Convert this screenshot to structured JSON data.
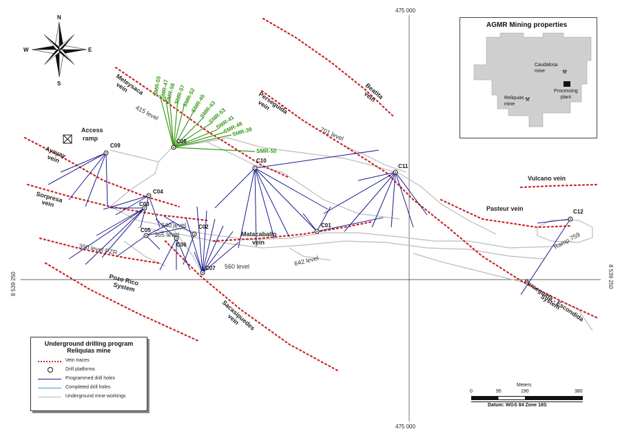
{
  "grid_labels": {
    "top": "475 000",
    "bottom": "475 000",
    "left": "8 539 250",
    "right": "8 539 250"
  },
  "compass": {
    "n": "N",
    "s": "S",
    "e": "E",
    "w": "W"
  },
  "veins": {
    "meteysaca": [
      "Meteysaca",
      "vein"
    ],
    "perseguida": [
      "Perseguida",
      "vein"
    ],
    "beatita": [
      "Beatita",
      "vein"
    ],
    "ayayay": [
      "Ayayay",
      "vein"
    ],
    "sorpresa": [
      "Sorpresa",
      "vein"
    ],
    "vulcano": "Vulcano vein",
    "pasteur": "Pasteur vein",
    "matacaballo": [
      "Matacaballo",
      "vein"
    ],
    "pozo_rico": [
      "Pozo Rico",
      "System"
    ],
    "sacasipuedes": [
      "Sacasipuedes",
      "vein"
    ],
    "perseguida_escondida": [
      "Perseguida - Escondida",
      "System"
    ]
  },
  "access_ramp": [
    "Access",
    "ramp"
  ],
  "levels": {
    "l415": "415 level",
    "l701": "701 level",
    "l340": "340 level",
    "l365": "365 level",
    "l390": "390 level PZR",
    "l560": "560 level",
    "l642": "642 level",
    "ramp759": "Ramp 759"
  },
  "platforms": [
    "C01",
    "C02",
    "C03",
    "C04",
    "C05",
    "C06",
    "C07",
    "C08",
    "C09",
    "C10",
    "C11",
    "C12"
  ],
  "smr_holes": [
    "SMR-55",
    "SMR-47",
    "SMR-58",
    "SMR-57",
    "SMR-52",
    "SMR-45",
    "SMR-43",
    "SMR-53",
    "SMR-41",
    "SMR-48",
    "SMR-39",
    "SMR-50"
  ],
  "legend": {
    "title_line1": "Underground drilling program",
    "title_line2": "Reliquias mine",
    "items": [
      {
        "label": "Vein traces",
        "color": "#cc2222"
      },
      {
        "label": "Drill platforms",
        "color": "#111111"
      },
      {
        "label": "Programmed drill holes",
        "color": "#1a1a8c"
      },
      {
        "label": "Completed drill holes",
        "color": "#3a9ad9"
      },
      {
        "label": "Underground mine workings",
        "color": "#bbbbbb"
      }
    ]
  },
  "inset": {
    "title": "AGMR Mining properties",
    "caudalosa": [
      "Caudalosa",
      "mine"
    ],
    "reliquias": [
      "Reliquias",
      "mine"
    ],
    "plant": [
      "Processing",
      "plant"
    ]
  },
  "scale": {
    "unit": "Meters",
    "ticks": [
      "0",
      "95",
      "190",
      "380"
    ],
    "datum": "Datum: WGS 84 Zone 18S"
  },
  "colors": {
    "vein": "#cc2222",
    "programmed": "#1a1a8c",
    "completed": "#3a9ad9",
    "smr": "#3a9a1a",
    "workings": "#bbbbbb"
  }
}
